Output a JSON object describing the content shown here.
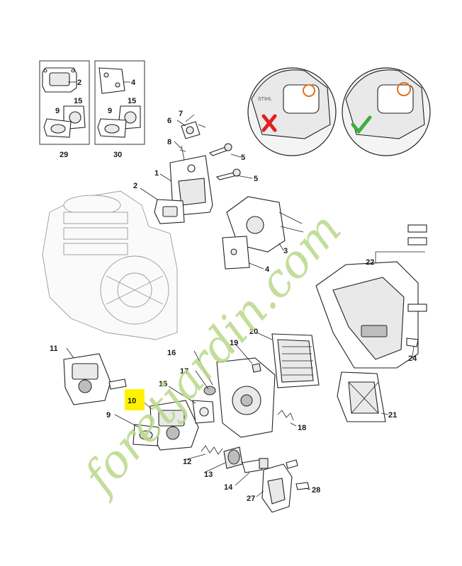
{
  "callouts": [
    {
      "id": "c2a",
      "text": "2"
    },
    {
      "id": "c15a",
      "text": "15"
    },
    {
      "id": "c9a",
      "text": "9"
    },
    {
      "id": "c29",
      "text": "29"
    },
    {
      "id": "c4a",
      "text": "4"
    },
    {
      "id": "c15b",
      "text": "15"
    },
    {
      "id": "c9b",
      "text": "9"
    },
    {
      "id": "c30",
      "text": "30"
    },
    {
      "id": "c7",
      "text": "7"
    },
    {
      "id": "c6",
      "text": "6"
    },
    {
      "id": "c8",
      "text": "8"
    },
    {
      "id": "c5a",
      "text": "5"
    },
    {
      "id": "c1",
      "text": "1"
    },
    {
      "id": "c5b",
      "text": "5"
    },
    {
      "id": "c2b",
      "text": "2"
    },
    {
      "id": "c3",
      "text": "3"
    },
    {
      "id": "c4b",
      "text": "4"
    },
    {
      "id": "c22",
      "text": "22"
    },
    {
      "id": "c20",
      "text": "20"
    },
    {
      "id": "c19",
      "text": "19"
    },
    {
      "id": "c24",
      "text": "24"
    },
    {
      "id": "c11",
      "text": "11"
    },
    {
      "id": "c16",
      "text": "16"
    },
    {
      "id": "c17",
      "text": "17"
    },
    {
      "id": "c15c",
      "text": "15"
    },
    {
      "id": "c10",
      "text": "10"
    },
    {
      "id": "c9c",
      "text": "9"
    },
    {
      "id": "c18",
      "text": "18"
    },
    {
      "id": "c21",
      "text": "21"
    },
    {
      "id": "c12",
      "text": "12"
    },
    {
      "id": "c13",
      "text": "13"
    },
    {
      "id": "c14",
      "text": "14"
    },
    {
      "id": "c27",
      "text": "27"
    },
    {
      "id": "c28",
      "text": "28"
    }
  ],
  "watermark": {
    "text": "foretjardin.com",
    "color_green": "#b9d98a",
    "color_tan": "#cfc3b4"
  },
  "inset": {
    "wrong_mark": "cross-icon",
    "right_mark": "check-icon",
    "wrong_color": "#e02020",
    "right_color": "#3fae3f",
    "ring_color": "#e07020",
    "housing_label": "STIHL"
  },
  "highlight": {
    "label": "10",
    "color": "#fff200"
  }
}
